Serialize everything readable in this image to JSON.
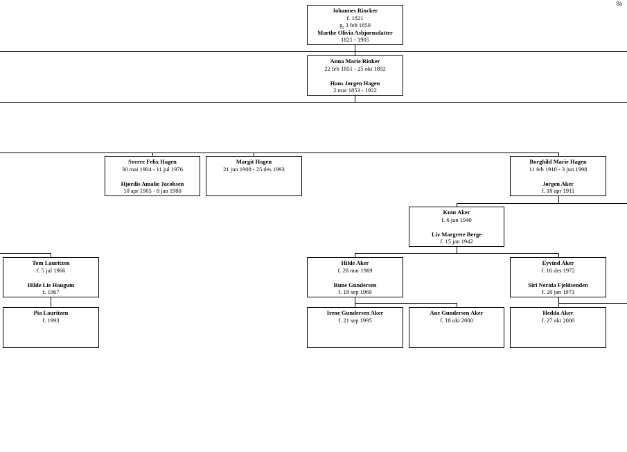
{
  "page_number": "8a",
  "persons": {
    "p1": {
      "name": "Johannes Rincker",
      "dates": "f. 1821",
      "marr_prefix": "g.",
      "marr_date": " 3 feb 1850",
      "spouse_name": "Marthe Olivia Asbjørnsdatter",
      "spouse_dates": "1821 - 1905"
    },
    "p2": {
      "name": "Anna Marie Rinker",
      "dates": "22 feb 1851 - 25 okt 1892",
      "spouse_name": "Hans Jørgen Hagen",
      "spouse_dates": "2 mar 1853 - 1922"
    },
    "p3": {
      "name": "Sverre Felix Hagen",
      "dates": "30 mai 1904 - 11 jul 1976",
      "spouse_name": "Hjørdis Amalie Jacobsen",
      "spouse_dates": "10 apr 1905 - 8 jan 1980"
    },
    "p4": {
      "name": "Margit Hagen",
      "dates": "21 jun 1908 - 25 des 1993"
    },
    "p5": {
      "name": "Borghild Marie Hagen",
      "dates": "11 feb 1910 - 3 jun 1998",
      "spouse_name": "Jørgen Aker",
      "spouse_dates": "f. 18 apr 1911"
    },
    "p6": {
      "name": "Knut Aker",
      "dates": "f. 6 jun 1940",
      "spouse_name": "Liv Margrete Berge",
      "spouse_dates": "f. 15 jan 1942"
    },
    "p7": {
      "name": "Tom Lauritzen",
      "dates": "f. 5 jul 1966",
      "spouse_name": "Hilde Lie Haugum",
      "spouse_dates": "f. 1967"
    },
    "p8": {
      "name": "Hilde Aker",
      "dates": "f. 28 mar 1969",
      "spouse_name": "Rune Gundersen",
      "spouse_dates": "f. 18 sep 1969"
    },
    "p9": {
      "name": "Eyvind Aker",
      "dates": "f. 16 des 1972",
      "spouse_name": "Siri Nerida Fjeldsenden",
      "spouse_dates": "f. 20 jan 1973"
    },
    "p10": {
      "name": "Pia Lauritzen",
      "dates": "f. 1993"
    },
    "p11": {
      "name": "Irene Gundersen Aker",
      "dates": "f. 21 sep 1995"
    },
    "p12": {
      "name": "Ane Gundersen Aker",
      "dates": "f. 18 okt 2000"
    },
    "p13": {
      "name": "Hedda Aker",
      "dates": "f. 27 okt 2000"
    }
  }
}
